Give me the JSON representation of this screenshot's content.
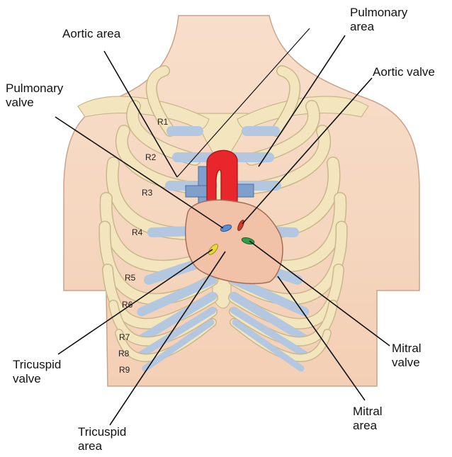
{
  "labels": {
    "aortic_area": "Aortic area",
    "pulmonary_area": "Pulmonary\narea",
    "aortic_valve": "Aortic valve",
    "pulmonary_valve": "Pulmonary\nvalve",
    "tricuspid_valve": "Tricuspid\nvalve",
    "tricuspid_area": "Tricuspid\narea",
    "mitral_valve": "Mitral\nvalve",
    "mitral_area": "Mitral\narea"
  },
  "ribs": [
    "R1",
    "R2",
    "R3",
    "R4",
    "R5",
    "R6",
    "R7",
    "R8",
    "R9"
  ],
  "colors": {
    "skin": "#f7d8c2",
    "bone": "#f3e6bf",
    "cartilage": "#b3c7e0",
    "heart": "#f2c2a8",
    "aorta": "#e8262b",
    "vessels": "#7f9fcc",
    "pulmonary_valve": "#5b8fd0",
    "aortic_valve": "#d23a2a",
    "tricuspid_valve": "#e8d83a",
    "mitral_valve": "#2f9e4a"
  }
}
